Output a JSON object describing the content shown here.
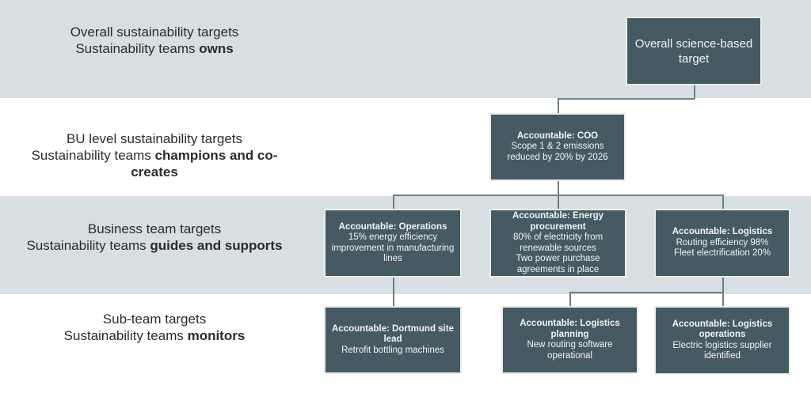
{
  "bands": [
    {
      "line1": "Overall sustainability targets",
      "line2_prefix": "Sustainability teams ",
      "line2_bold": "owns",
      "line3_bold": ""
    },
    {
      "line1": "BU level sustainability targets",
      "line2_prefix": "Sustainability teams ",
      "line2_bold": "champions and co-",
      "line3_bold": "creates"
    },
    {
      "line1": "Business team targets",
      "line2_prefix": "Sustainability teams ",
      "line2_bold": "guides and supports",
      "line3_bold": ""
    },
    {
      "line1": "Sub-team targets",
      "line2_prefix": "Sustainability teams ",
      "line2_bold": "monitors",
      "line3_bold": ""
    }
  ],
  "nodes": {
    "overall": {
      "title": "",
      "lines": [
        "Overall science-based",
        "target"
      ]
    },
    "coo": {
      "title": "Accountable: COO",
      "lines": [
        "Scope 1 & 2 emissions",
        "reduced by 20% by 2026"
      ]
    },
    "operations": {
      "title": "Accountable: Operations",
      "lines": [
        "15% energy efficiency",
        "improvement in manufacturing",
        "lines"
      ]
    },
    "energy": {
      "title": "Accountable: Energy procurement",
      "lines": [
        "80% of electricity from",
        "renewable sources",
        "Two power purchase",
        "agreements in place"
      ]
    },
    "logistics": {
      "title": "Accountable: Logistics",
      "lines": [
        "Routing efficiency 98%",
        "Fleet electrification 20%"
      ]
    },
    "dortmund": {
      "title": "Accountable: Dortmund site lead",
      "lines": [
        "Retrofit bottling machines"
      ]
    },
    "logistics_planning": {
      "title": "Accountable: Logistics planning",
      "lines": [
        "New routing software",
        "operational"
      ]
    },
    "logistics_operations": {
      "title": "Accountable: Logistics operations",
      "lines": [
        "Electric logistics supplier",
        "identified"
      ]
    }
  },
  "colors": {
    "band_shade": "#d7dfe2",
    "box_fill": "#465a64",
    "box_text": "#f2f4f5",
    "connector": "#6e7e86"
  }
}
